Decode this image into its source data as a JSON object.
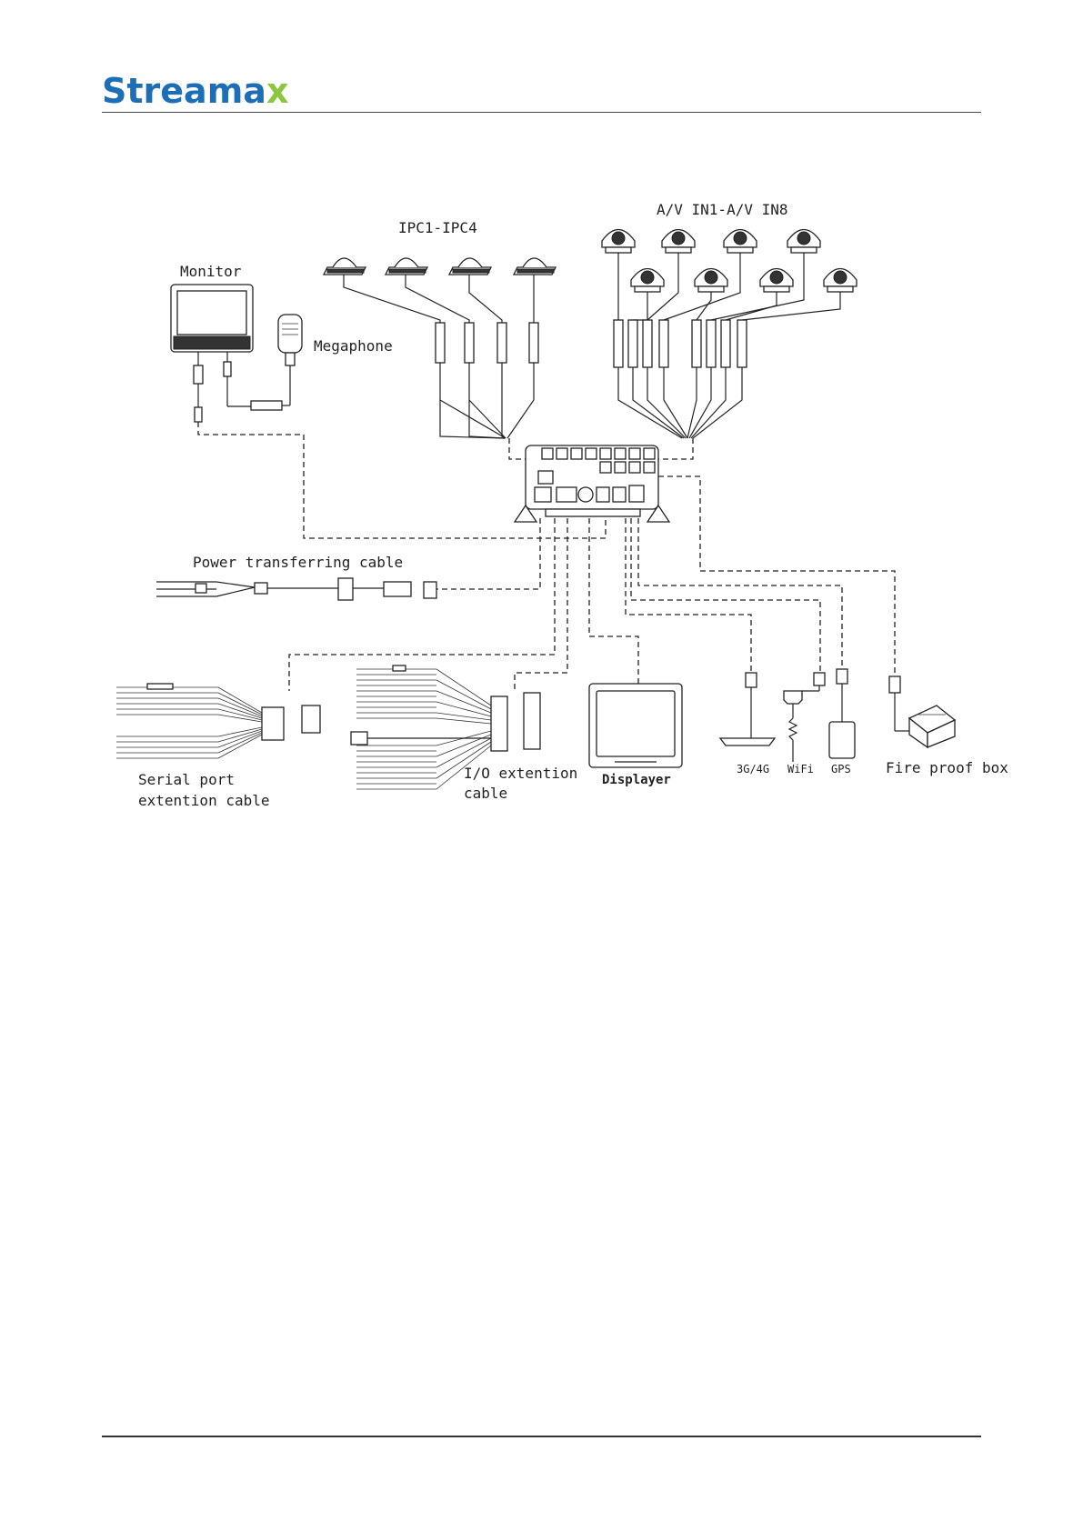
{
  "header": {
    "logo_text": "Streama",
    "logo_x": "x",
    "brand_color": "#1c6fb7",
    "accent_color": "#8cc63f"
  },
  "diagram": {
    "labels": {
      "monitor": "Monitor",
      "megaphone": "Megaphone",
      "ipc": "IPC1-IPC4",
      "av_in": "A/V IN1-A/V IN8",
      "power_cable": "Power transferring cable",
      "serial_line1": "Serial port",
      "serial_line2": "extention cable",
      "io_line1": "I/O extention",
      "io_line2": "cable",
      "displayer": "Displayer",
      "net_3g4g": "3G/4G",
      "wifi": "WiFi",
      "gps": "GPS",
      "fire_box": "Fire proof box"
    }
  }
}
